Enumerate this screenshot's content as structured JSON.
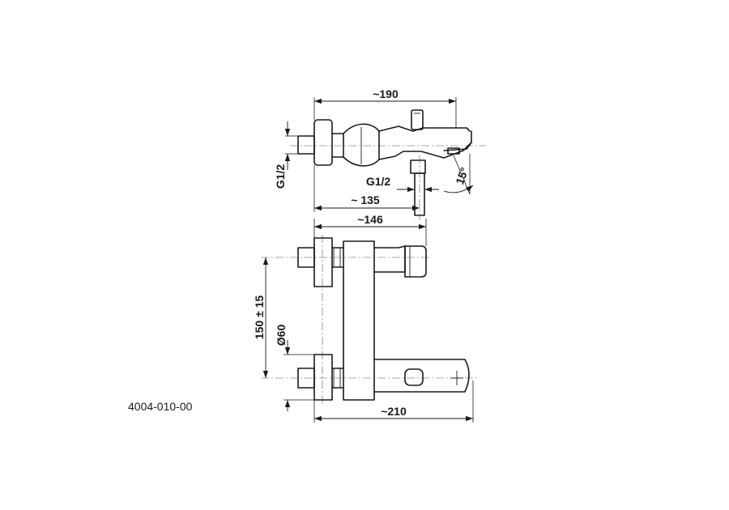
{
  "drawing": {
    "product_code": "4004-010-00",
    "top_view": {
      "width_label": "~190",
      "thread_label_side": "G1/2",
      "thread_label_outlet": "G1/2",
      "outlet_offset_label": "~ 135",
      "spout_angle_label": "15°"
    },
    "front_view": {
      "body_width_label": "~146",
      "center_distance_label": "150 ± 15",
      "diameter_label": "Ø60",
      "total_width_label": "~210"
    }
  }
}
